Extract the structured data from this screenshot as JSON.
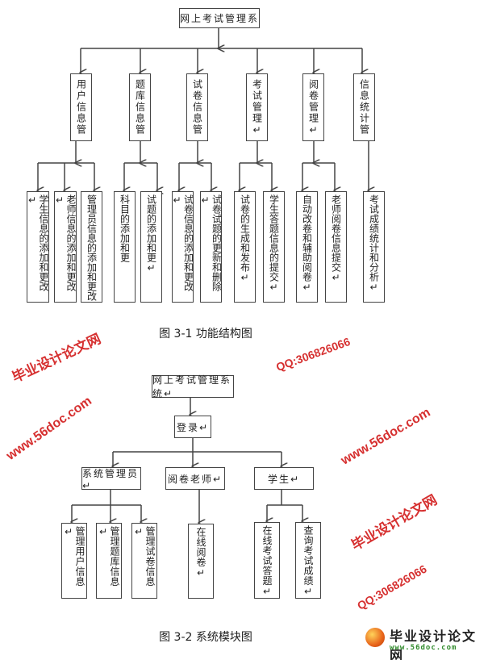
{
  "figure1": {
    "root": "网上考试管理系",
    "modules": [
      {
        "label": "用户信息管",
        "children": [
          "学生信息的添加和更改↵",
          "老师信息的添加和更改↵",
          "管理员信息的添加和更改"
        ]
      },
      {
        "label": "题库信息管",
        "children": [
          "科目的添加和更",
          "试题的添加和更↵"
        ]
      },
      {
        "label": "试卷信息管",
        "children": [
          "试卷信息的添加和更改↵",
          "试卷试题的更新和删除↵"
        ]
      },
      {
        "label": "考试管理↵",
        "children": [
          "试卷的生成和发布↵",
          "学生答题信息的提交↵"
        ]
      },
      {
        "label": "阅卷管理↵",
        "children": [
          "自动改卷和辅助阅卷↵",
          "老师阅卷信息提交↵"
        ]
      },
      {
        "label": "信息统计管",
        "children": [
          "考试成绩统计和分析↵"
        ]
      }
    ],
    "caption": "图 3-1 功能结构图"
  },
  "figure2": {
    "root": "网上考试管理系统↵",
    "login": "登录↵",
    "roles": [
      {
        "label": "系统管理员↵",
        "children": [
          "管理用户信息↵",
          "管理题库信息↵",
          "管理试卷信息↵"
        ]
      },
      {
        "label": "阅卷老师↵",
        "children": [
          "在线阅卷↵"
        ]
      },
      {
        "label": "学生↵",
        "children": [
          "在线考试答题↵",
          "查询考试成绩↵"
        ]
      }
    ],
    "caption": "图 3-2 系统模块图"
  },
  "watermarks": {
    "site_name": "毕业设计论文网",
    "url": "www.56doc.com",
    "qq": "QQ:306826066"
  },
  "logo": {
    "name": "毕业设计论文网",
    "url": "www.56doc.com"
  }
}
